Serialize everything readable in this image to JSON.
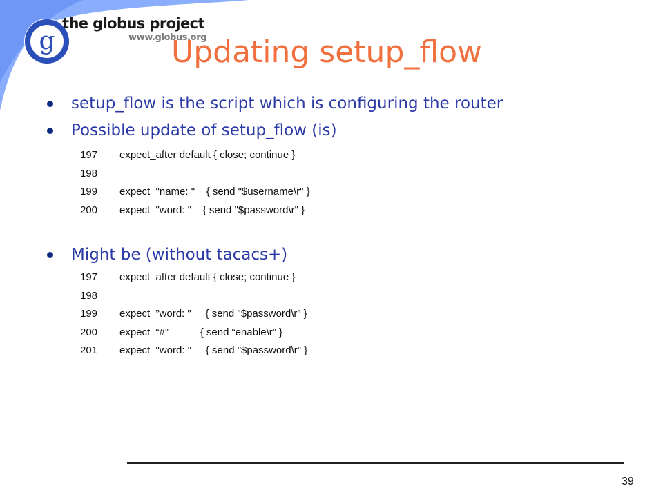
{
  "branding": {
    "logo_letter": "g",
    "name": "the globus project",
    "url": "www.globus.org",
    "swoosh_color": "#8aaefb",
    "logo_ring_color": "#2b4fb8"
  },
  "slide": {
    "title": "Updating setup_flow",
    "title_color": "#f07040",
    "bullet_color": "#2b3aa6",
    "bullets": [
      {
        "text": "setup_flow is the script which is configuring the router"
      },
      {
        "text": "Possible update of setup_flow (is)",
        "code": [
          {
            "num": "197",
            "cmd": "expect_after default { close; continue }"
          },
          {
            "num": "198",
            "cmd": ""
          },
          {
            "num": "199",
            "cmd": "expect  \"name: \"    { send \"$username\\r\" }"
          },
          {
            "num": "200",
            "cmd": "expect  \"word: \"    { send \"$password\\r\" }"
          }
        ]
      },
      {
        "text": "Might be (without tacacs+)",
        "code": [
          {
            "num": "197",
            "cmd": "expect_after default { close; continue }"
          },
          {
            "num": "198",
            "cmd": ""
          },
          {
            "num": "199",
            "cmd": "expect  ”word: \"     { send \"$password\\r” }"
          },
          {
            "num": "200",
            "cmd": "expect  “#”           { send “enable\\r” }"
          },
          {
            "num": "201",
            "cmd": "expect  \"word: \"     { send \"$password\\r\" }"
          }
        ]
      }
    ]
  },
  "footer": {
    "page_number": "39"
  }
}
